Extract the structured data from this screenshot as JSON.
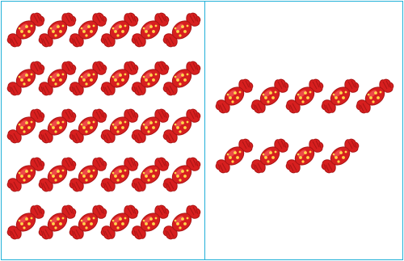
{
  "colors": {
    "border": "#21b0d8",
    "candy_body": "#d71f1f",
    "candy_dark": "#a91515",
    "candy_dots": "#ffd84a",
    "candy_highlight": "#ff6b6b"
  },
  "icon": "wrapped-candy-icon",
  "groups": {
    "left": {
      "rows": 5,
      "columns": 6,
      "count": 30
    },
    "right": {
      "row_counts": [
        5,
        4
      ],
      "count": 9
    }
  }
}
